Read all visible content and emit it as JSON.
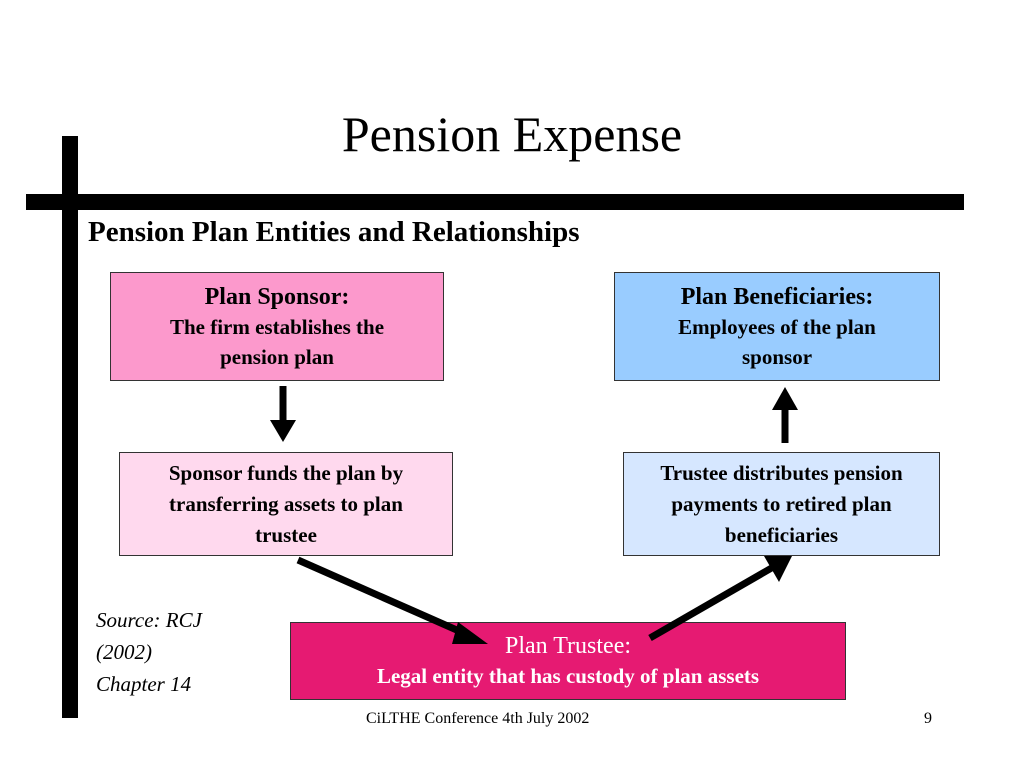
{
  "slide": {
    "title": "Pension Expense",
    "subtitle": "Pension Plan Entities and Relationships",
    "footer": "CiLTHE Conference 4th July 2002",
    "page_number": "9"
  },
  "nodes": {
    "sponsor": {
      "head": "Plan Sponsor:",
      "body": "The firm establishes the pension plan"
    },
    "beneficiaries": {
      "head": "Plan Beneficiaries:",
      "body": "Employees of the plan sponsor"
    },
    "funds": {
      "body": "Sponsor funds the plan by transferring assets to plan trustee"
    },
    "distributes": {
      "body": "Trustee distributes pension payments to retired plan beneficiaries"
    },
    "trustee": {
      "head": "Plan Trustee:",
      "body": "Legal entity that has custody of plan assets"
    }
  },
  "source": {
    "line1": "Source: RCJ",
    "line2": "(2002)",
    "line3": "Chapter 14"
  },
  "colors": {
    "sponsor": "#fc99cc",
    "beneficiaries": "#99ccff",
    "funds": "#ffd9ee",
    "distributes": "#d6e7ff",
    "trustee": "#e61a72"
  }
}
